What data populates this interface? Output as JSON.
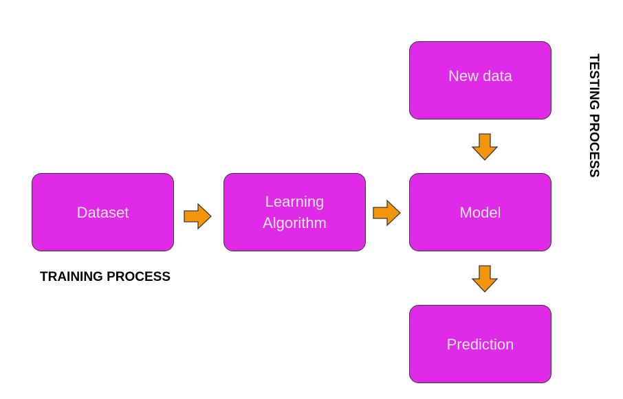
{
  "boxes": {
    "dataset": "Dataset",
    "learning_algorithm": "Learning\nAlgorithm",
    "model": "Model",
    "new_data": "New data",
    "prediction": "Prediction"
  },
  "captions": {
    "training": "TRAINING PROCESS",
    "testing": "TESTING PROCESS"
  },
  "colors": {
    "box_fill": "#df2be8",
    "box_text": "#f6e6f8",
    "arrow_fill": "#f4960b",
    "outline": "#3a3a3a"
  }
}
